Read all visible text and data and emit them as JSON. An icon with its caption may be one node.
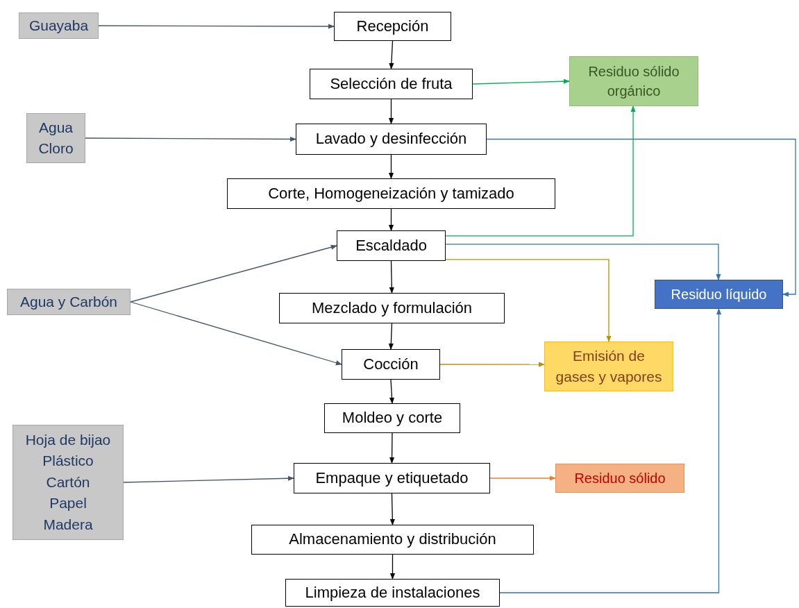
{
  "diagram": {
    "nodes": [
      {
        "text": [
          "Guayaba"
        ]
      },
      {
        "text": [
          "Recepción"
        ]
      },
      {
        "text": [
          "Selección de fruta"
        ]
      },
      {
        "text": [
          "Residuo sólido orgánico"
        ]
      },
      {
        "text": [
          "Agua",
          "Cloro"
        ]
      },
      {
        "text": [
          "Lavado y desinfección"
        ]
      },
      {
        "text": [
          "Corte, Homogeneización y tamizado"
        ]
      },
      {
        "text": [
          "Escaldado"
        ]
      },
      {
        "text": [
          "Agua y Carbón"
        ]
      },
      {
        "text": [
          "Residuo líquido"
        ]
      },
      {
        "text": [
          "Mezclado y formulación"
        ]
      },
      {
        "text": [
          "Cocción"
        ]
      },
      {
        "text": [
          "Emisión de gases y vapores"
        ]
      },
      {
        "text": [
          "Moldeo y corte"
        ]
      },
      {
        "text": [
          "Hoja de bijao",
          "Plástico",
          "Cartón",
          "Papel",
          "Madera"
        ]
      },
      {
        "text": [
          "Empaque y etiquetado"
        ]
      },
      {
        "text": [
          "Residuo sólido"
        ]
      },
      {
        "text": [
          "Almacenamiento y distribución"
        ]
      },
      {
        "text": [
          "Limpieza de instalaciones"
        ]
      }
    ],
    "edges": [
      {
        "from": 0,
        "to": 1,
        "arrow": "to",
        "color": "#44546a"
      },
      {
        "from": 1,
        "to": 2,
        "arrow": "to"
      },
      {
        "from": 2,
        "to": 3,
        "arrow": "to",
        "color": "#00b050"
      },
      {
        "from": 2,
        "to": 5,
        "arrow": "to"
      },
      {
        "from": 4,
        "to": 5,
        "arrow": "to",
        "color": "#44546a"
      },
      {
        "from": 5,
        "to": 9,
        "arrow": "to",
        "color": "#2e75b6"
      },
      {
        "from": 5,
        "to": 6,
        "arrow": "to"
      },
      {
        "from": 6,
        "to": 7,
        "arrow": "to"
      },
      {
        "from": 7,
        "to": 3,
        "arrow": "to",
        "color": "#00b050"
      },
      {
        "from": 7,
        "to": 9,
        "arrow": "to",
        "color": "#2e75b6"
      },
      {
        "from": 8,
        "to": 7,
        "arrow": "to",
        "color": "#44546a"
      },
      {
        "from": 8,
        "to": 11,
        "arrow": "to",
        "color": "#44546a"
      },
      {
        "from": 7,
        "to": 10,
        "arrow": "to"
      },
      {
        "from": 7,
        "to": 12,
        "arrow": "to",
        "color": "#bf9000"
      },
      {
        "from": 10,
        "to": 11,
        "arrow": "to"
      },
      {
        "from": 11,
        "to": 12,
        "arrow": "to",
        "color": "#bf9000"
      },
      {
        "from": 11,
        "to": 13,
        "arrow": "to"
      },
      {
        "from": 13,
        "to": 15,
        "arrow": "to"
      },
      {
        "from": 14,
        "to": 15,
        "arrow": "to",
        "color": "#44546a"
      },
      {
        "from": 15,
        "to": 16,
        "arrow": "to",
        "color": "#ed7d31"
      },
      {
        "from": 15,
        "to": 17,
        "arrow": "to"
      },
      {
        "from": 17,
        "to": 18,
        "arrow": "to"
      },
      {
        "from": 18,
        "to": 9,
        "arrow": "to",
        "color": "#2e75b6"
      }
    ]
  }
}
